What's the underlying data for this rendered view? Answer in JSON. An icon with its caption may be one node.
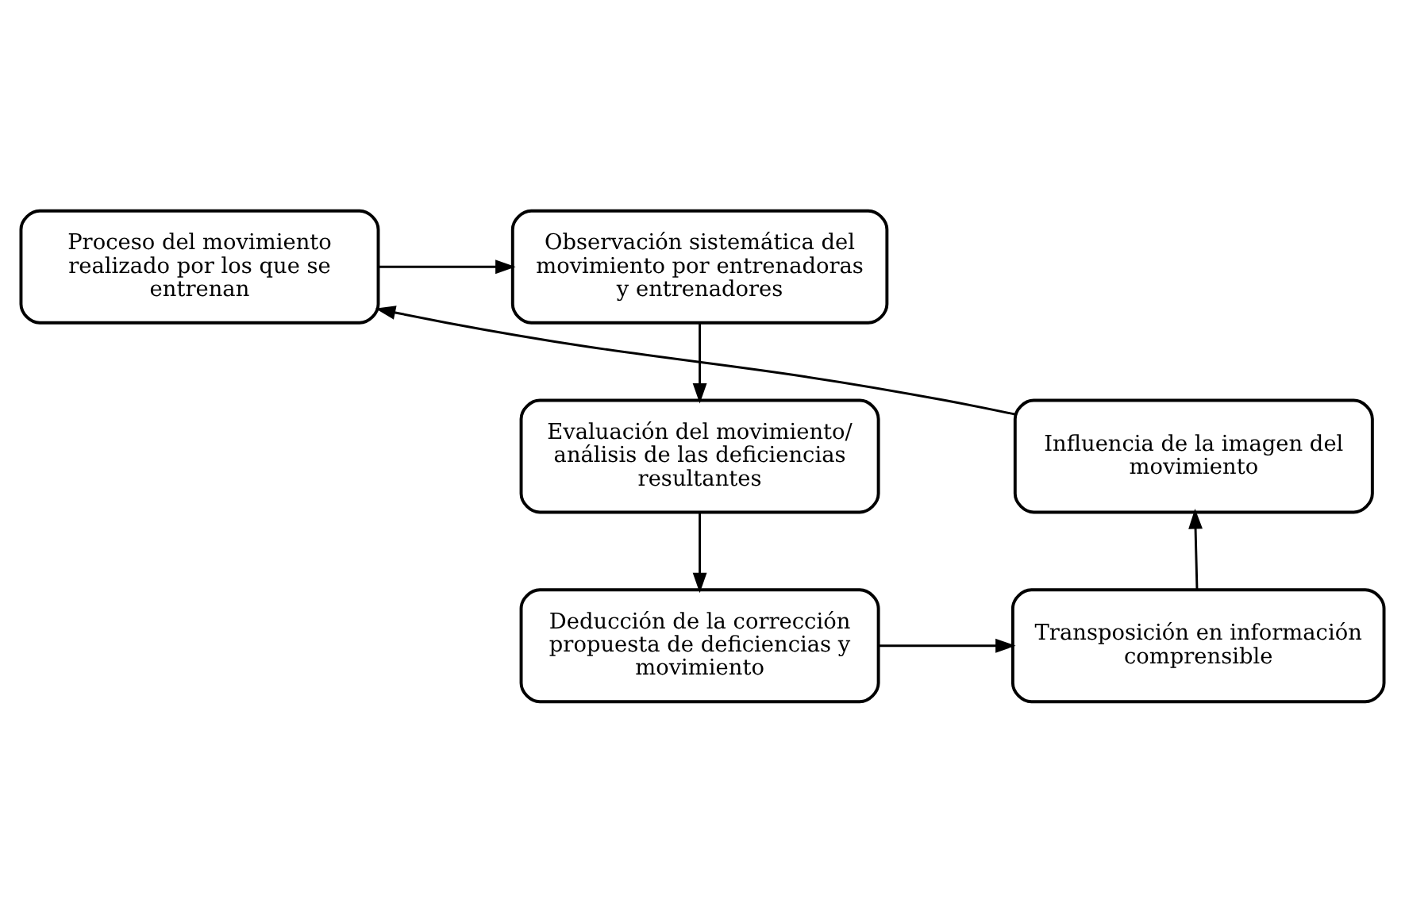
{
  "diagram": {
    "nodes": [
      {
        "text": [
          "Observación sistemática del movimiento por entrenadoras y entrenadores"
        ]
      },
      {
        "text": [
          "Proceso del movimiento realizado por los que se entrenan"
        ]
      },
      {
        "text": [
          "Evaluación del movimiento/ análisis de las deficiencias resultantes"
        ]
      },
      {
        "text": [
          "Influencia de la imagen del movimiento"
        ]
      },
      {
        "text": [
          "Deducción de la corrección propuesta de deficiencias y movimiento"
        ]
      },
      {
        "text": [
          "Transposición en información comprensible"
        ]
      }
    ],
    "edges": [
      {
        "from": 0,
        "to": 2,
        "arrow": "to"
      },
      {
        "from": 2,
        "to": 4,
        "arrow": "to"
      },
      {
        "from": 4,
        "to": 5,
        "arrow": "to"
      },
      {
        "from": 5,
        "to": 3,
        "arrow": "to"
      },
      {
        "from": 3,
        "to": 1,
        "arrow": "to"
      },
      {
        "from": 1,
        "to": 0,
        "arrow": "to"
      }
    ]
  }
}
